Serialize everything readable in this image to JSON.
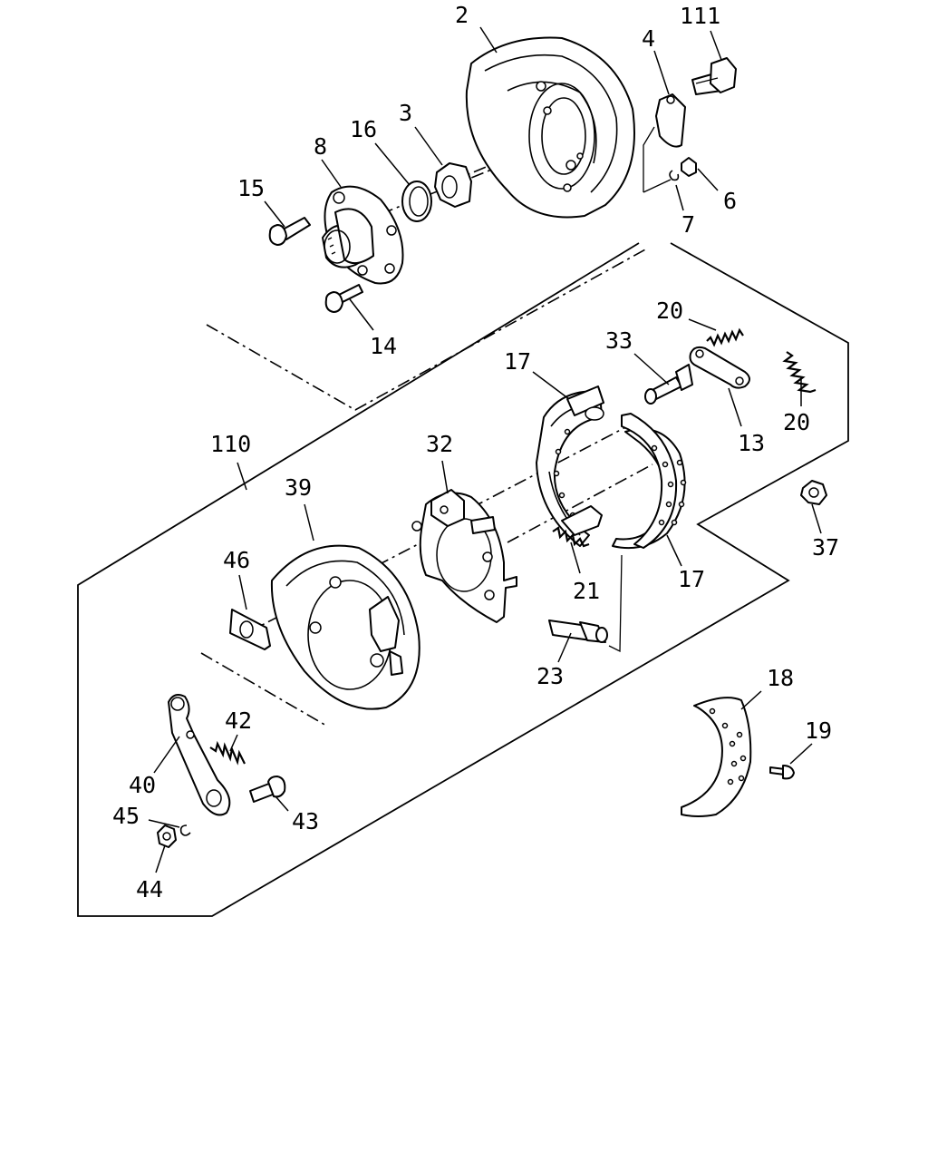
{
  "callouts": {
    "c2": "2",
    "c111": "111",
    "c4": "4",
    "c3": "3",
    "c16": "16",
    "c8": "8",
    "c15": "15",
    "c6": "6",
    "c7": "7",
    "c14": "14",
    "c20a": "20",
    "c33": "33",
    "c17a": "17",
    "c13": "13",
    "c20b": "20",
    "c110": "110",
    "c32": "32",
    "c39": "39",
    "c37": "37",
    "c46": "46",
    "c21": "21",
    "c17b": "17",
    "c23": "23",
    "c18": "18",
    "c42": "42",
    "c19": "19",
    "c40": "40",
    "c45": "45",
    "c43": "43",
    "c44": "44"
  }
}
